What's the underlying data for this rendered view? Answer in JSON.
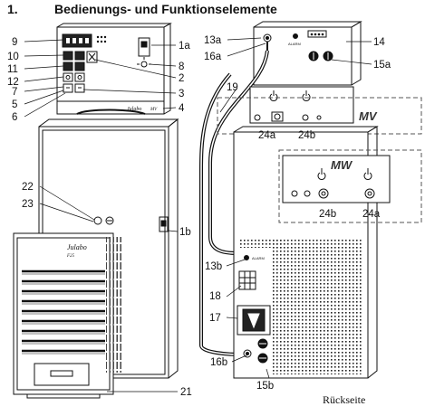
{
  "heading": {
    "number": "1.",
    "title": "Bedienungs- und Funktionselemente"
  },
  "labels": {
    "l9": "9",
    "l10": "10",
    "l11": "11",
    "l12": "12",
    "l7": "7",
    "l5": "5",
    "l6": "6",
    "l1a": "1a",
    "l8": "8",
    "l2": "2",
    "l3": "3",
    "l4": "4",
    "l13a": "13a",
    "l16a": "16a",
    "l14": "14",
    "l15a": "15a",
    "l19": "19",
    "l22": "22",
    "l23": "23",
    "l1b": "1b",
    "l21": "21",
    "l24a_mv": "24a",
    "l24b_mv": "24b",
    "l24b_mw": "24b",
    "l24a_mw": "24a",
    "l13b": "13b",
    "l18": "18",
    "l17": "17",
    "l16b": "16b",
    "l15b": "15b"
  },
  "module_labels": {
    "mv": "MV",
    "mw": "MW"
  },
  "brand": {
    "name": "Julabo",
    "model_front": "F25",
    "model_top": "MV"
  },
  "panel_text": {
    "alarm": "ALARM"
  },
  "caption": "Rückseite",
  "colors": {
    "ink": "#111111",
    "faint": "#c7c7c7",
    "dash": "#555555"
  }
}
